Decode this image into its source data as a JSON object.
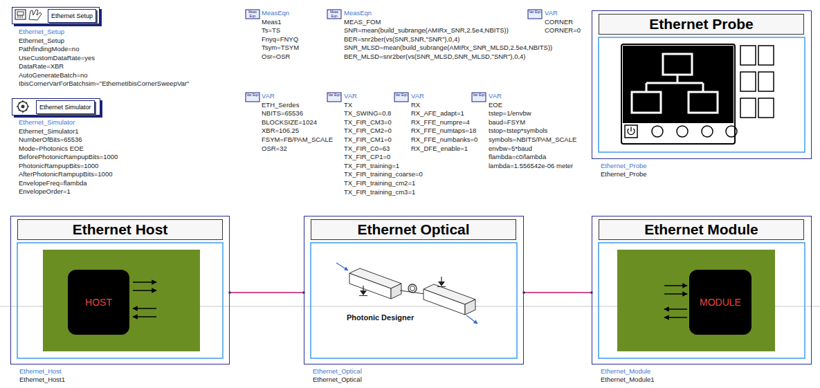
{
  "diagram": {
    "nodes": [
      {
        "text": [
          "Ethernet Setup"
        ]
      },
      {
        "text": [
          "Ethernet Simulator"
        ]
      },
      {
        "text": [
          "Ethernet Probe"
        ]
      },
      {
        "text": [
          "Ethernet Host"
        ]
      },
      {
        "text": [
          "HOST"
        ],
        "in": 3
      },
      {
        "text": [
          "Ethernet Optical",
          "Photonic Designer"
        ]
      },
      {
        "text": [
          "Ethernet Module"
        ]
      },
      {
        "text": [
          "MODULE"
        ],
        "in": 6
      }
    ],
    "edges": [
      {
        "from": 3,
        "to": 5,
        "arrow": "none"
      },
      {
        "from": 5,
        "to": 6,
        "arrow": "none"
      }
    ],
    "labels": [
      "Ethernet_Setup",
      "Ethernet_Setup",
      "PathfindingMode=no",
      "UseCustomDataRate=yes",
      "DataRate=XBR",
      "AutoGenerateBatch=no",
      "IbisCornerVarForBatchsim=\"EthernetIbisCornerSweepVar\"",
      "Meas Eqn",
      "MeasEqn",
      "Meas1",
      "Ts=TS",
      "Fnyq=FNYQ",
      "Tsym=TSYM",
      "Osr=OSR",
      "Meas Eqn",
      "MeasEqn",
      "MEAS_FOM",
      "SNR=mean(build_subrange(AMIRx_SNR,2.5e4,NBITS))",
      "BER=snr2ber(vs(SNR,SNR,\"SNR\"),0,4)",
      "SNR_MLSD=mean(build_subrange(AMIRx_SNR_MLSD,2.5e4,NBITS))",
      "BER_MLSD=snr2ber(vs(SNR_MLSD,SNR_MLSD,\"SNR\"),0,4)",
      "Var Eqn",
      "VAR",
      "CORNER",
      "CORNER=0",
      "Ethernet_Probe",
      "Ethernet_Probe",
      "Ethernet_Simulator",
      "Ethernet_Simulator1",
      "NumberOfBits=65536",
      "Mode=Photonics EOE",
      "BeforePhotonicRampupBits=1000",
      "PhotonicRampupBits=1000",
      "AfterPhotonicRampupBits=1000",
      "EnvelopeFreq=flambda",
      "EnvelopeOrder=1",
      "Var Eqn",
      "VAR",
      "ETH_Serdes",
      "NBITS=65536",
      "BLOCKSIZE=1024",
      "XBR=106.25",
      "FSYM=FB/PAM_SCALE",
      "OSR=32",
      "Var Eqn",
      "VAR",
      "TX",
      "TX_SWING=0.8",
      "TX_FIR_CM3=0",
      "TX_FIR_CM2=0",
      "TX_FIR_CM1=0",
      "TX_FIR_C0=63",
      "TX_FIR_CP1=0",
      "TX_FIR_training=1",
      "TX_FIR_training_coarse=0",
      "TX_FIR_training_cm2=1",
      "TX_FIR_training_cm3=1",
      "Var Eqn",
      "VAR",
      "RX",
      "RX_AFE_adapt=1",
      "RX_FFE_numpre=4",
      "RX_FFE_numtaps=18",
      "RX_FFE_numbanks=0",
      "RX_DFE_enable=1",
      "Var Eqn",
      "VAR",
      "EOE",
      "tstep=1/envbw",
      "baud=FSYM",
      "tstop=tstep*symbols",
      "symbols=NBITS/PAM_SCALE",
      "envbw=5*baud",
      "flambda=c0/lambda",
      "lambda=1.556542e-06 meter",
      "Ethernet_Host",
      "Ethernet_Host1",
      "Ethernet_Optical",
      "Ethernet_Optical",
      "Ethernet_Module",
      "Ethernet_Module1"
    ]
  }
}
